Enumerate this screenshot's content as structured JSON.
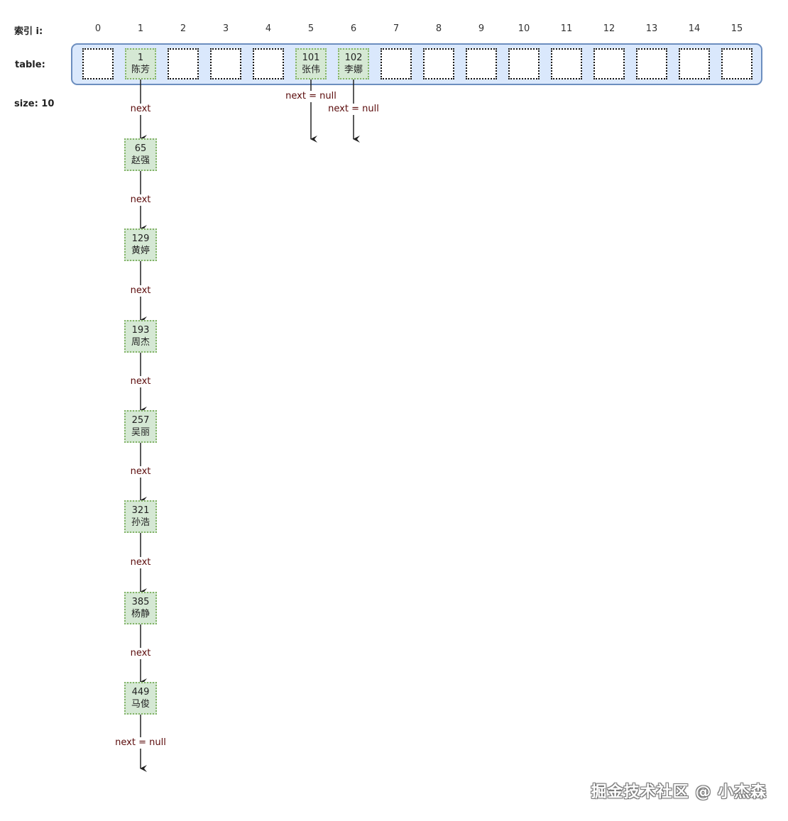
{
  "labels": {
    "index": "索引 i:",
    "table": "table:",
    "size": "size: 10"
  },
  "indices": [
    "0",
    "1",
    "2",
    "3",
    "4",
    "5",
    "6",
    "7",
    "8",
    "9",
    "10",
    "11",
    "12",
    "13",
    "14",
    "15"
  ],
  "slots": [
    {
      "index": 1,
      "key": "1",
      "name": "陈芳"
    },
    {
      "index": 5,
      "key": "101",
      "name": "张伟"
    },
    {
      "index": 6,
      "key": "102",
      "name": "李娜"
    }
  ],
  "slot_next_labels": {
    "5": "next = null",
    "6": "next = null"
  },
  "chain": [
    {
      "key": "65",
      "name": "赵强"
    },
    {
      "key": "129",
      "name": "黄婷"
    },
    {
      "key": "193",
      "name": "周杰"
    },
    {
      "key": "257",
      "name": "吴丽"
    },
    {
      "key": "321",
      "name": "孙浩"
    },
    {
      "key": "385",
      "name": "杨静"
    },
    {
      "key": "449",
      "name": "马俊"
    }
  ],
  "chain_labels": [
    "next",
    "next",
    "next",
    "next",
    "next",
    "next",
    "next",
    "next = null"
  ],
  "colors": {
    "table_fill": "#dae8fc",
    "table_border": "#6c8ebf",
    "node_fill": "#d5e8d4",
    "node_border": "#82b366",
    "edge_label": "#5a0a0a"
  },
  "watermark": "掘金技术社区 @ 小杰森"
}
